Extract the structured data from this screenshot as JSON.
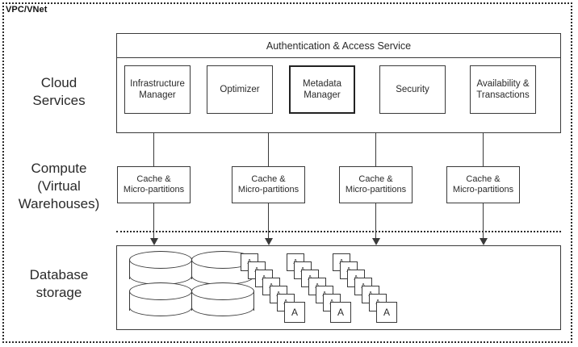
{
  "diagram": {
    "vpc_label": "VPC/VNet",
    "tiers": [
      {
        "id": "cloud",
        "label": "Cloud\nServices"
      },
      {
        "id": "compute",
        "label": "Compute\n(Virtual\nWarehouses)"
      },
      {
        "id": "storage",
        "label": "Database\nstorage"
      }
    ],
    "cloud_services": {
      "header": "Authentication & Access Service",
      "services": [
        {
          "label": "Infrastructure\nManager",
          "emphasis": false
        },
        {
          "label": "Optimizer",
          "emphasis": false
        },
        {
          "label": "Metadata\nManager",
          "emphasis": true
        },
        {
          "label": "Security",
          "emphasis": false
        },
        {
          "label": "Availability &\nTransactions",
          "emphasis": false
        }
      ]
    },
    "compute": {
      "warehouses": [
        {
          "label": "Cache &\nMicro-partitions"
        },
        {
          "label": "Cache &\nMicro-partitions"
        },
        {
          "label": "Cache &\nMicro-partitions"
        },
        {
          "label": "Cache &\nMicro-partitions"
        }
      ]
    },
    "storage": {
      "disk_icon_count": 4,
      "file_stacks": 3,
      "files_per_stack": 7,
      "file_label": "A"
    },
    "colors": {
      "stroke": "#3a3a3a",
      "boundary": "#2b2b2b",
      "text": "#2a2a2a",
      "background": "#ffffff"
    }
  }
}
